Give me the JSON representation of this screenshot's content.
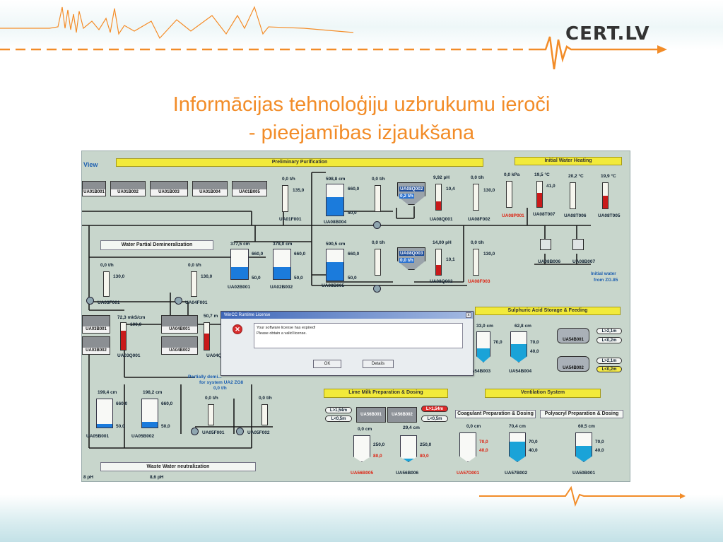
{
  "slide": {
    "brand": "CERT.LV",
    "title_line1": "Informācijas tehnoloģiju uzbrukumu ieroči",
    "title_line2": "- pieejamības izjaukšana",
    "colors": {
      "title": "#f28c28",
      "accent_wave": "#f28c28",
      "brand_text": "#333333"
    }
  },
  "scada": {
    "view_label": "View",
    "sections": {
      "preliminary": "Preliminary Purification",
      "initial_heating": "Initial Water Heating",
      "partial_demin": "Water Partial Demineralization",
      "sulphuric": "Sulphuric Acid Storage & Feeding",
      "lime": "Lime Milk Preparation & Dosing",
      "ventilation": "Ventilation System",
      "coagulant": "Coagulant Preparation & Dosing",
      "polyacryl": "Polyacryl Preparation & Dosing",
      "waste": "Waste Water neutralization"
    },
    "filter_cells": [
      "UA01B001",
      "UA01B002",
      "UA01B003",
      "UA01B004",
      "UA01B005"
    ],
    "tags": {
      "f001": "UA01F001",
      "b004": "UA08B004",
      "q001": "UA08Q001",
      "f002": "UA08F002",
      "p001": "UA08P001",
      "t007": "UA08T007",
      "t006": "UA08T006",
      "t005": "UA08T005",
      "b005": "UA08B005",
      "q002": "UA08Q002",
      "f003": "UA08F003",
      "b006": "UA08B006",
      "b007": "UA08B007",
      "ua02b001": "UA02B001",
      "ua02b002": "UA02B002",
      "ua03f001": "UA03F001",
      "ua04f001": "UA04F001",
      "ua03b001": "UA03B001",
      "ua03b002": "UA03B002",
      "ua03q001": "UA03Q001",
      "ua04b001": "UA04B001",
      "ua04b002": "UA04B002",
      "ua04q": "UA04Q",
      "ua05b001": "UA05B001",
      "ua05b002": "UA05B002",
      "ua05f001": "UA05F001",
      "ua05f002": "UA05F002",
      "ua54b003": "UA54B003",
      "ua54b004": "UA54B004",
      "ua54b001": "UA54B001",
      "ua54b002": "UA54B002",
      "ua56b001": "UA56B001",
      "ua56b002": "UA56B002",
      "ua56b005": "UA56B005",
      "ua56b006": "UA56B006",
      "ua57d001": "UA57D001",
      "ua57b002": "UA57B002",
      "ua50b001": "UA50B001",
      "q_disp1": "UA08Q002",
      "q_disp2": "UA08Q003",
      "initial_water": "Initial water",
      "from_zg": "from ZG.85",
      "partial1": "Partially demi...",
      "partial2": "for system UA2 ZG8"
    },
    "readings": {
      "flow1": "0,0 t/h",
      "flow1_set": "135,0",
      "tank1_level": "598,8 cm",
      "tank1_hi": "660,0",
      "tank1_lo": "50,0",
      "flow2": "0,0 t/h",
      "ph1": "9,92 pH",
      "ph1_set": "10,4",
      "flow3": "0,0 t/h",
      "flow3_set": "130,0",
      "kpa": "0,0 kPa",
      "t1": "19,5 °C",
      "t1_set": "41,0",
      "t2": "20,2 °C",
      "t3": "19,9 °C",
      "tank2_level": "590,5 cm",
      "tank2_hi": "660,0",
      "tank2_lo": "50,0",
      "flow4": "0,0 t/h",
      "ph2": "14,00 pH",
      "ph2_set": "10,1",
      "flow5": "0,0 t/h",
      "flow5_set": "130,0",
      "q1_flow": "0,2 t/h",
      "q2_flow": "0,0 t/h",
      "demin_t1": "377,5 cm",
      "demin_t1_hi": "660,0",
      "demin_t1_lo": "50,0",
      "demin_t2": "378,0 cm",
      "demin_t2_hi": "660,0",
      "demin_t2_lo": "50,0",
      "pd_flow1": "0,0 t/h",
      "pd_flow1_set": "130,0",
      "pd_flow2": "0,0 t/h",
      "pd_flow2_set": "130,0",
      "cond1": "72,3 mkS/cm",
      "cond1_set": "100,0",
      "cond2": "50,7 m",
      "w_t1": "199,4 cm",
      "w_t1_hi": "660,0",
      "w_t1_lo": "50,0",
      "w_t2": "198,2 cm",
      "w_t2_hi": "660,0",
      "w_t2_lo": "50,0",
      "w_flow1": "0,0 t/h",
      "w_flow2": "0,0 t/h",
      "partial_flow": "0,0 t/h",
      "s_t1": "33,0 cm",
      "s_t1_set": "70,0",
      "s_t2": "62,8 cm",
      "s_t2_hi": "70,0",
      "s_t2_lo": "40,0",
      "l_t1": "0,0 cm",
      "l_t1_hi": "250,0",
      "l_t1_lo": "80,0",
      "l_t2": "29,4 cm",
      "l_t2_hi": "250,0",
      "l_t2_lo": "80,0",
      "c_t1": "0,0 cm",
      "c_t1_hi": "70,0",
      "c_t1_lo": "40,0",
      "c_t2": "70,4 cm",
      "c_t2_hi": "70,0",
      "c_t2_lo": "40,0",
      "p_t1": "60,5 cm",
      "p_t1_hi": "70,0",
      "p_t1_lo": "40,0",
      "ph_w1": "8 pH",
      "ph_w2": "8,6 pH"
    },
    "limits": {
      "l21": "L>2,1m",
      "l02": "L<0,2m",
      "l21b": "L>2,1m",
      "l02b": "L<0,2m",
      "l154": "L>1,54m",
      "l05": "L<0,5m",
      "l05b": "L<0,5m",
      "lhi_alarm": "L>1,54m"
    },
    "dialog": {
      "title": "WinCC Runtime License",
      "close": "x",
      "line1": "Your software license has expired!",
      "line2": "Please obtain a valid license.",
      "ok": "OK",
      "details": "Details"
    }
  }
}
